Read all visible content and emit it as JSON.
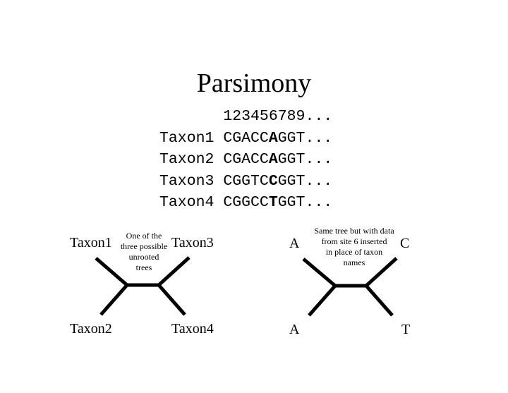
{
  "title": "Parsimony",
  "alignment": {
    "header": "123456789...",
    "rows": [
      {
        "name": "Taxon1",
        "before": "CGACC",
        "highlight": "A",
        "after": "GGT..."
      },
      {
        "name": "Taxon2",
        "before": "CGACC",
        "highlight": "A",
        "after": "GGT..."
      },
      {
        "name": "Taxon3",
        "before": "CGGTC",
        "highlight": "C",
        "after": "GGT..."
      },
      {
        "name": "Taxon4",
        "before": "CGGCC",
        "highlight": "T",
        "after": "GGT..."
      }
    ]
  },
  "tree_left": {
    "top_left": "Taxon1",
    "top_right": "Taxon3",
    "bottom_left": "Taxon2",
    "bottom_right": "Taxon4",
    "note": [
      "One of the",
      "three possible",
      "unrooted",
      "trees"
    ]
  },
  "tree_right": {
    "top_left": "A",
    "top_right": "C",
    "bottom_left": "A",
    "bottom_right": "T",
    "note": [
      "Same tree but with data",
      "from site 6 inserted",
      "in place of taxon",
      "names"
    ]
  }
}
